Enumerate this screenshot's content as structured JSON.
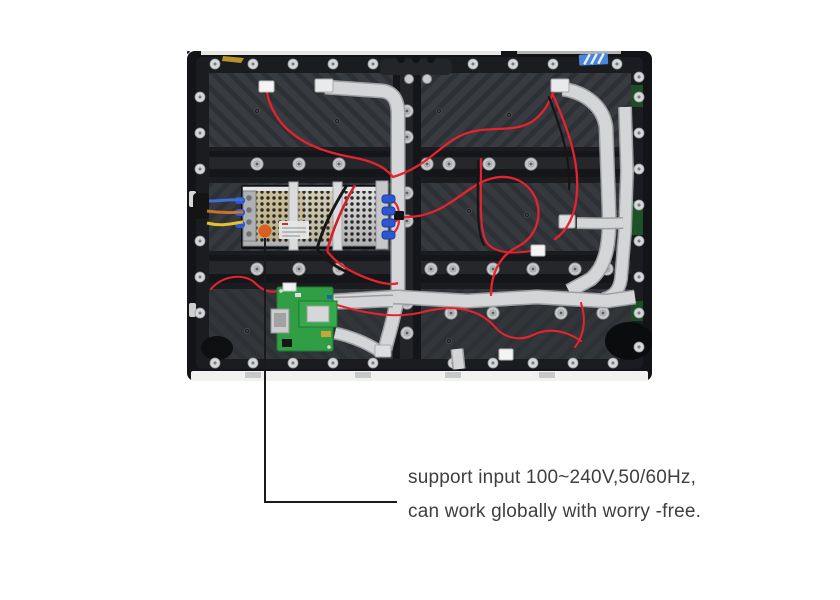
{
  "page": {
    "background": "#ffffff"
  },
  "photo": {
    "description": "Rear view of an indoor LED display cabinet showing the power supply unit, green receiving card, grey flat ribbon cables, red power wiring and module mounting screws",
    "marker": {
      "shape": "orange-dot",
      "color": "#d9601f"
    },
    "colors": {
      "cabinet_frame": "#131417",
      "module_plate": "#383b3f",
      "ribbon_cable": "#d3d5d7",
      "power_wire": "#e6232e",
      "psu_body": "#c9cbcd",
      "receiving_card": "#2f9e44"
    }
  },
  "callout": {
    "line_color": "#1a1a1a",
    "text_color": "#3f3f3f",
    "line1": "support input 100~240V,50/60Hz,",
    "line2": "can work globally with worry -free."
  }
}
